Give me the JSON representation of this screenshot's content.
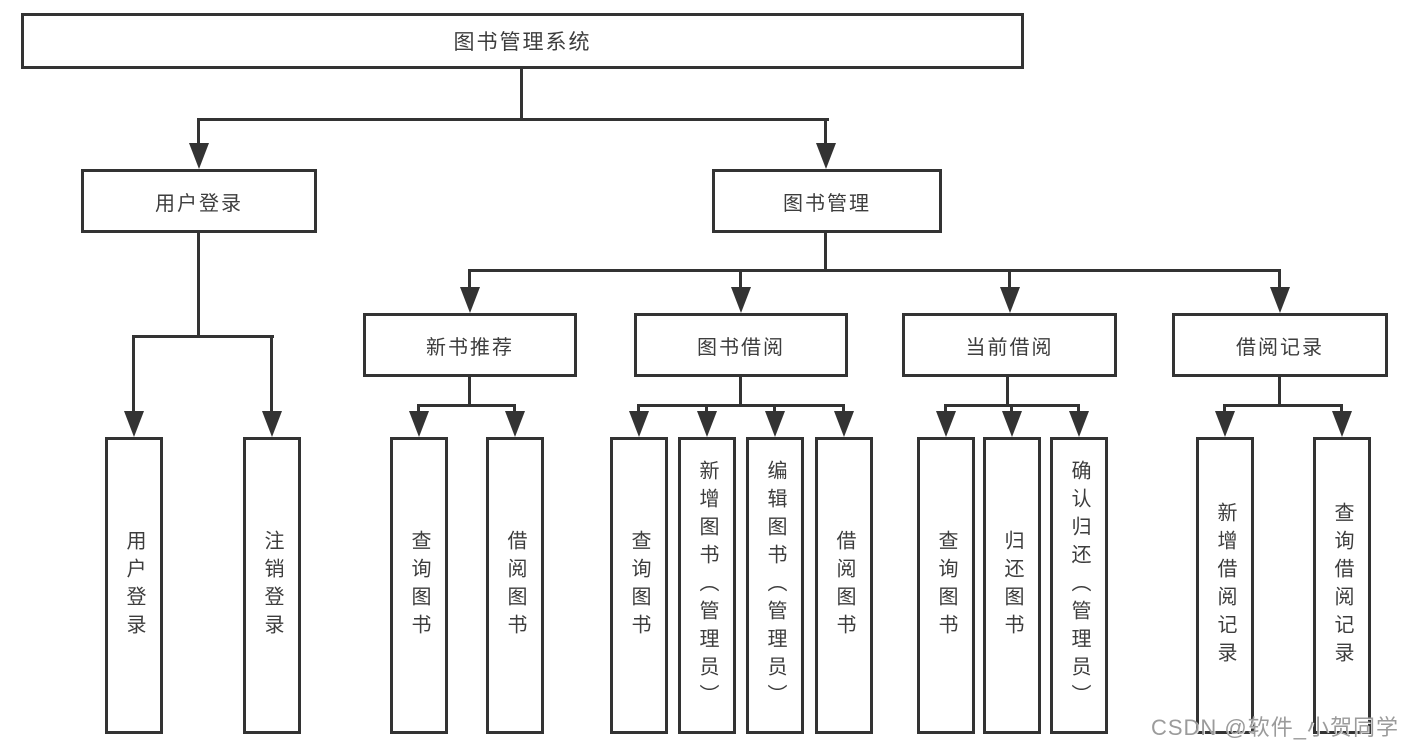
{
  "tree": {
    "root": {
      "label": "图书管理系统"
    },
    "branches": [
      {
        "label": "用户登录",
        "children": [
          {
            "label": "用户登录"
          },
          {
            "label": "注销登录"
          }
        ]
      },
      {
        "label": "图书管理",
        "children": [
          {
            "label": "新书推荐",
            "children": [
              {
                "label": "查询图书"
              },
              {
                "label": "借阅图书"
              }
            ]
          },
          {
            "label": "图书借阅",
            "children": [
              {
                "label": "查询图书"
              },
              {
                "label": "新增图书（管理员）"
              },
              {
                "label": "编辑图书（管理员）"
              },
              {
                "label": "借阅图书"
              }
            ]
          },
          {
            "label": "当前借阅",
            "children": [
              {
                "label": "查询图书"
              },
              {
                "label": "归还图书"
              },
              {
                "label": "确认归还（管理员）"
              }
            ]
          },
          {
            "label": "借阅记录",
            "children": [
              {
                "label": "新增借阅记录"
              },
              {
                "label": "查询借阅记录"
              }
            ]
          }
        ]
      }
    ]
  },
  "watermark": {
    "text": "CSDN @软件_小贺同学"
  },
  "colors": {
    "background": "#ffffff",
    "line": "#333333",
    "box_border": "#333333",
    "label_text": "#3d3d3d",
    "watermark": "#9b9b9b"
  }
}
